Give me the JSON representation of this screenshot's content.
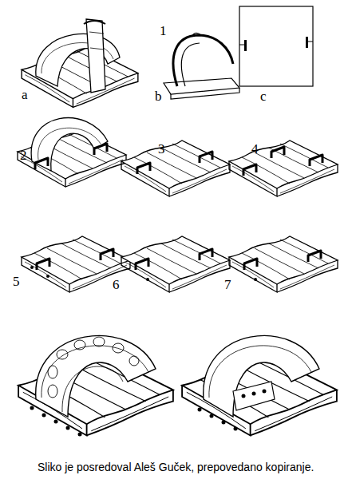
{
  "diagram": {
    "caption": "Sliko je posredoval Aleš Guček, prepovedano kopiranje.",
    "labels": [
      "1",
      "a",
      "b",
      "c",
      "2",
      "3",
      "4",
      "5",
      "6",
      "7"
    ]
  }
}
